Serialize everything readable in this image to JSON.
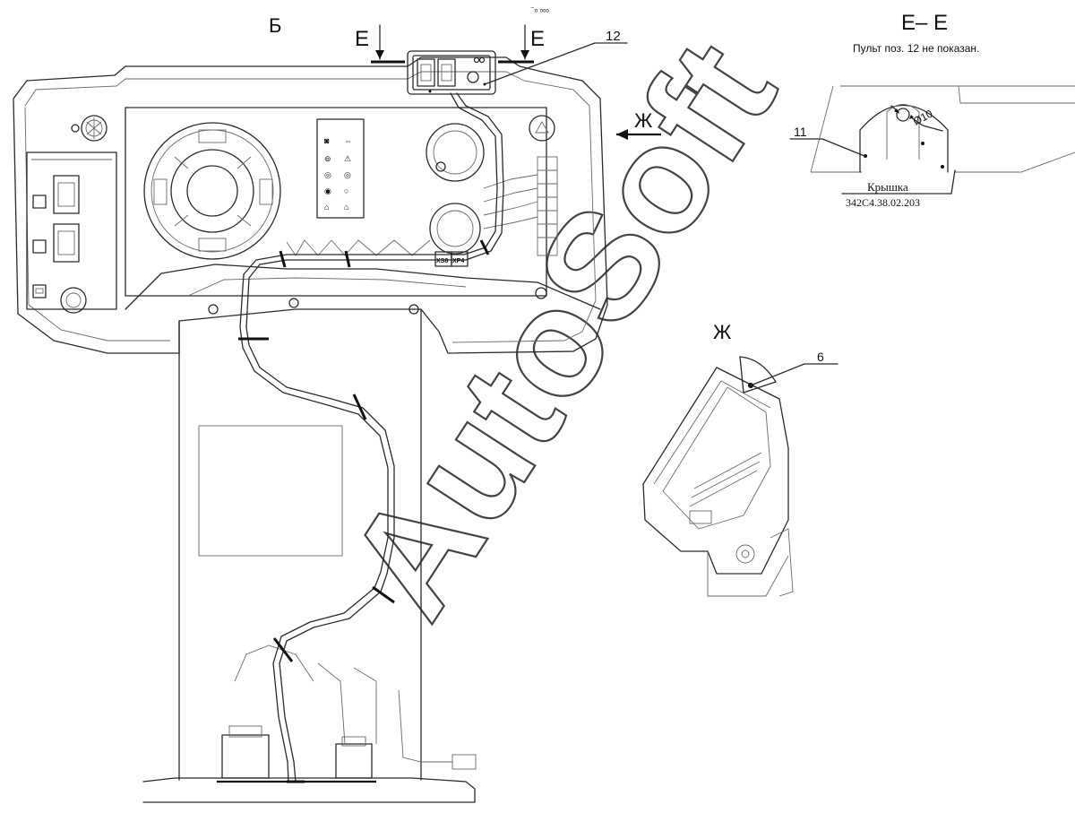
{
  "labels": {
    "view_b": "Б",
    "section_e_left": "Е",
    "section_e_right": "Е",
    "callout_12": "12",
    "arrow_zh": "Ж",
    "section_title": "Е– Е",
    "section_note": "Пульт поз. 12 не показан.",
    "callout_11": "11",
    "diameter": "Ø10",
    "cover_name": "Крышка",
    "cover_code": "342С4.38.02.203",
    "view_zh": "Ж",
    "callout_6": "6",
    "connector_xs8": "XS8",
    "connector_xp4": "XP4",
    "top_mark": "⁻ₒ ₒₒₒ"
  },
  "watermark": "AutoSoft"
}
